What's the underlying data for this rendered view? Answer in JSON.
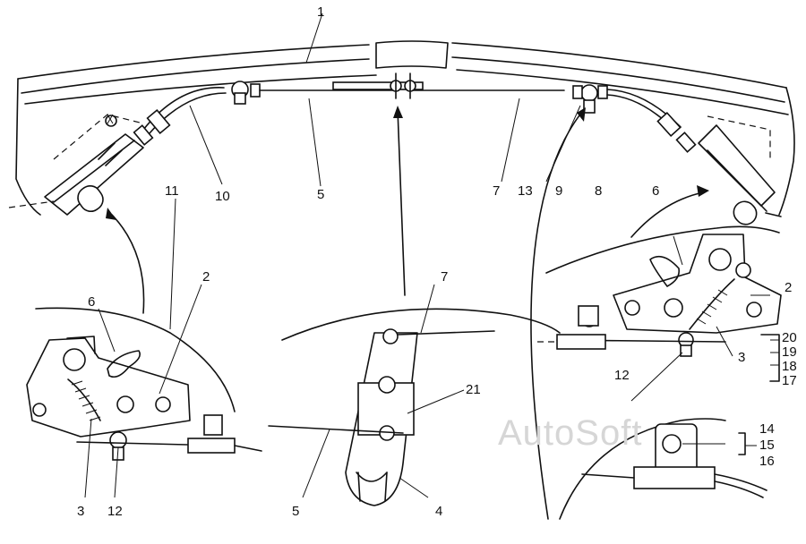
{
  "watermark": "AutoSoft",
  "callouts": [
    {
      "id": "c1",
      "text": "1"
    },
    {
      "id": "c11",
      "text": "11"
    },
    {
      "id": "c10",
      "text": "10"
    },
    {
      "id": "c5a",
      "text": "5"
    },
    {
      "id": "c7a",
      "text": "7"
    },
    {
      "id": "c13",
      "text": "13"
    },
    {
      "id": "c9",
      "text": "9"
    },
    {
      "id": "c8",
      "text": "8"
    },
    {
      "id": "c6a",
      "text": "6"
    },
    {
      "id": "c6b",
      "text": "6"
    },
    {
      "id": "c2a",
      "text": "2"
    },
    {
      "id": "c2b",
      "text": "2"
    },
    {
      "id": "c7b",
      "text": "7"
    },
    {
      "id": "c21",
      "text": "21"
    },
    {
      "id": "c20",
      "text": "20"
    },
    {
      "id": "c19",
      "text": "19"
    },
    {
      "id": "c18",
      "text": "18"
    },
    {
      "id": "c17",
      "text": "17"
    },
    {
      "id": "c3a",
      "text": "3"
    },
    {
      "id": "c3b",
      "text": "3"
    },
    {
      "id": "c12a",
      "text": "12"
    },
    {
      "id": "c12b",
      "text": "12"
    },
    {
      "id": "c14",
      "text": "14"
    },
    {
      "id": "c15",
      "text": "15"
    },
    {
      "id": "c16",
      "text": "16"
    },
    {
      "id": "c5b",
      "text": "5"
    },
    {
      "id": "c4",
      "text": "4"
    }
  ]
}
